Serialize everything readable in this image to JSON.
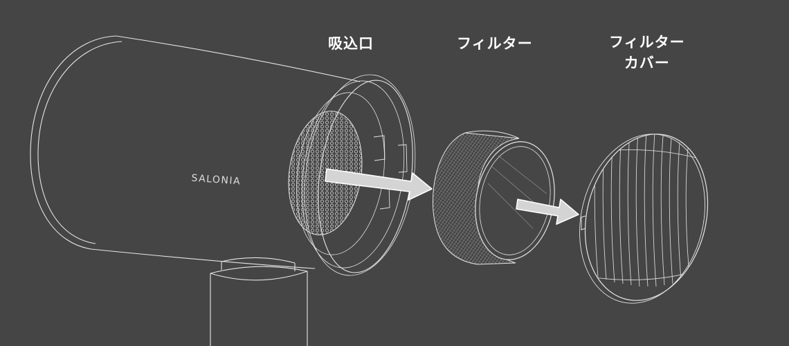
{
  "labels": {
    "intake": "吸込口",
    "filter": "フィルター",
    "filter_cover_line1": "フィルター",
    "filter_cover_line2": "カバー"
  },
  "brand_text": "SALONIA",
  "colors": {
    "background": "#454545",
    "line": "#e6e6e6",
    "arrow_fill": "#d4d4d4",
    "label": "#ffffff"
  }
}
